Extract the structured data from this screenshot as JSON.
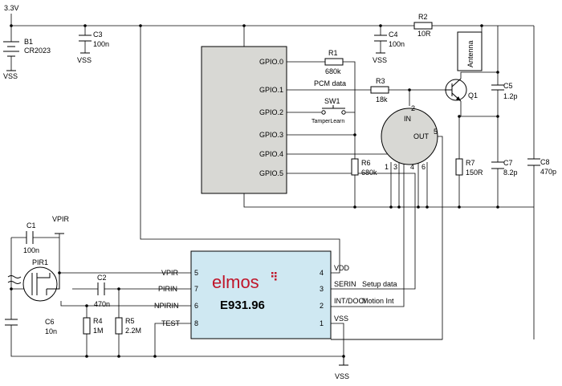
{
  "supply": {
    "vcc": "3.3V",
    "vss_b1": "VSS",
    "vss_c3": "VSS",
    "vss_c4": "VSS",
    "vss_bottom": "VSS"
  },
  "components": {
    "b1": {
      "ref": "B1",
      "value": "CR2023"
    },
    "c3": {
      "ref": "C3",
      "value": "100n"
    },
    "c4": {
      "ref": "C4",
      "value": "100n"
    },
    "r2": {
      "ref": "R2",
      "value": "10R"
    },
    "r1": {
      "ref": "R1",
      "value": "680k"
    },
    "r3": {
      "ref": "R3",
      "value": "18k"
    },
    "sw1": {
      "ref": "SW1",
      "value": "TamperLearn"
    },
    "r6": {
      "ref": "R6",
      "value": "680k"
    },
    "q1": {
      "ref": "Q1"
    },
    "c5": {
      "ref": "C5",
      "value": "1.2p"
    },
    "r7": {
      "ref": "R7",
      "value": "150R"
    },
    "c7": {
      "ref": "C7",
      "value": "8.2p"
    },
    "c8": {
      "ref": "C8",
      "value": "470p"
    },
    "antenna": "Antenna",
    "c1": {
      "ref": "C1",
      "value": "100n"
    },
    "pir1": {
      "ref": "PIR1"
    },
    "vpir": "VPIR",
    "c2": {
      "ref": "C2",
      "value": "470n"
    },
    "c6": {
      "ref": "C6",
      "value": "10n"
    },
    "r4": {
      "ref": "R4",
      "value": "1M"
    },
    "r5": {
      "ref": "R5",
      "value": "2.2M"
    }
  },
  "mcu": {
    "pins": [
      "GPIO.0",
      "GPIO.1",
      "GPIO.2",
      "GPIO.3",
      "GPIO.4",
      "GPIO.5"
    ]
  },
  "nets": {
    "pcm_data": "PCM data",
    "setup_data": "Setup data",
    "motion_int": "Motion Int"
  },
  "osc": {
    "in": "IN",
    "out": "OUT",
    "pins": [
      "1",
      "2",
      "3",
      "4",
      "5",
      "6"
    ]
  },
  "ic": {
    "brand": "elmos",
    "name": "E931.96",
    "left_pins": [
      {
        "name": "VPIR",
        "num": "5"
      },
      {
        "name": "PIRIN",
        "num": "7"
      },
      {
        "name": "NPIRIN",
        "num": "6"
      },
      {
        "name": "TEST",
        "num": "8"
      }
    ],
    "right_pins": [
      {
        "name": "VDD",
        "num": "4"
      },
      {
        "name": "SERIN",
        "num": "3"
      },
      {
        "name": "INT/DOCI",
        "num": "2"
      },
      {
        "name": "VSS",
        "num": "1"
      }
    ]
  },
  "colors": {
    "mcu_fill": "#d8d8d4",
    "ic_fill": "#cfe8f2",
    "brand": "#c0152a"
  }
}
